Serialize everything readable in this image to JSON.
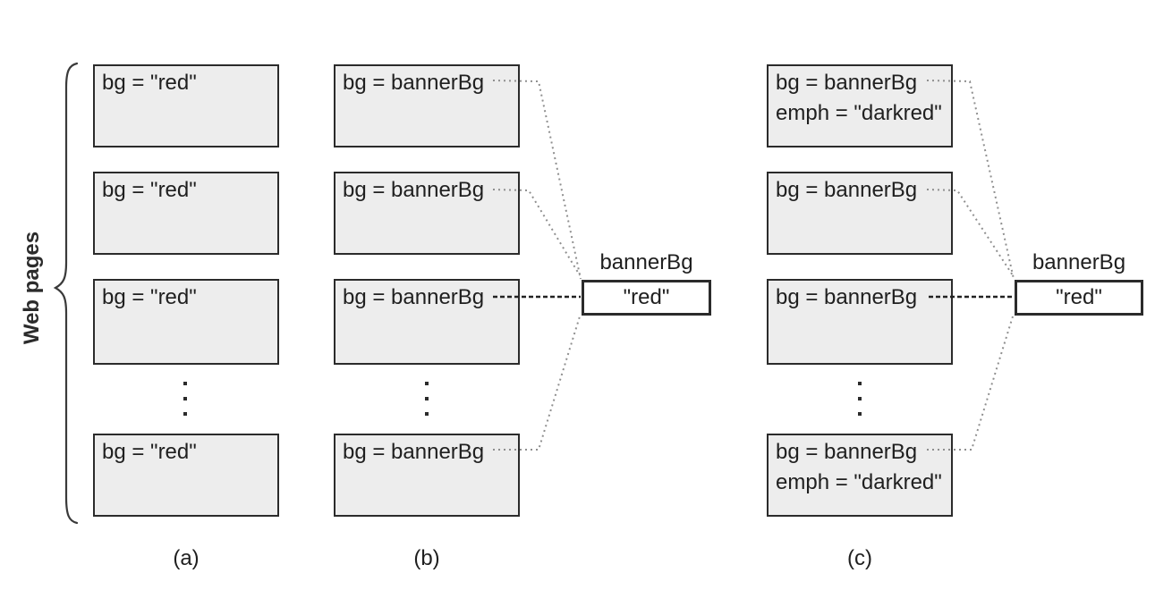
{
  "brace_label": "Web pages",
  "columns": [
    {
      "caption": "(a)",
      "boxes": [
        {
          "line1": "bg = \"red\""
        },
        {
          "line1": "bg = \"red\""
        },
        {
          "line1": "bg = \"red\""
        },
        {
          "line1": "bg = \"red\""
        }
      ]
    },
    {
      "caption": "(b)",
      "boxes": [
        {
          "line1": "bg = bannerBg"
        },
        {
          "line1": "bg = bannerBg"
        },
        {
          "line1": "bg = bannerBg"
        },
        {
          "line1": "bg = bannerBg"
        }
      ],
      "store": {
        "label": "bannerBg",
        "value": "\"red\""
      }
    },
    {
      "caption": "(c)",
      "boxes": [
        {
          "line1": "bg = bannerBg",
          "line2": "emph = \"darkred\""
        },
        {
          "line1": "bg = bannerBg"
        },
        {
          "line1": "bg = bannerBg"
        },
        {
          "line1": "bg = bannerBg",
          "line2": "emph = \"darkred\""
        }
      ],
      "store": {
        "label": "bannerBg",
        "value": "\"red\""
      }
    }
  ],
  "icons": {
    "vertical_ellipsis": "three stacked square dots",
    "brace": "left curly brace"
  },
  "colors": {
    "page_box_fill": "#ededed",
    "box_border": "#2b2b2b",
    "store_box_fill": "#ffffff",
    "connector_dotted": "#8f8f8f",
    "connector_dashed": "#222222",
    "text": "#1f1f1f",
    "background": "#ffffff"
  }
}
